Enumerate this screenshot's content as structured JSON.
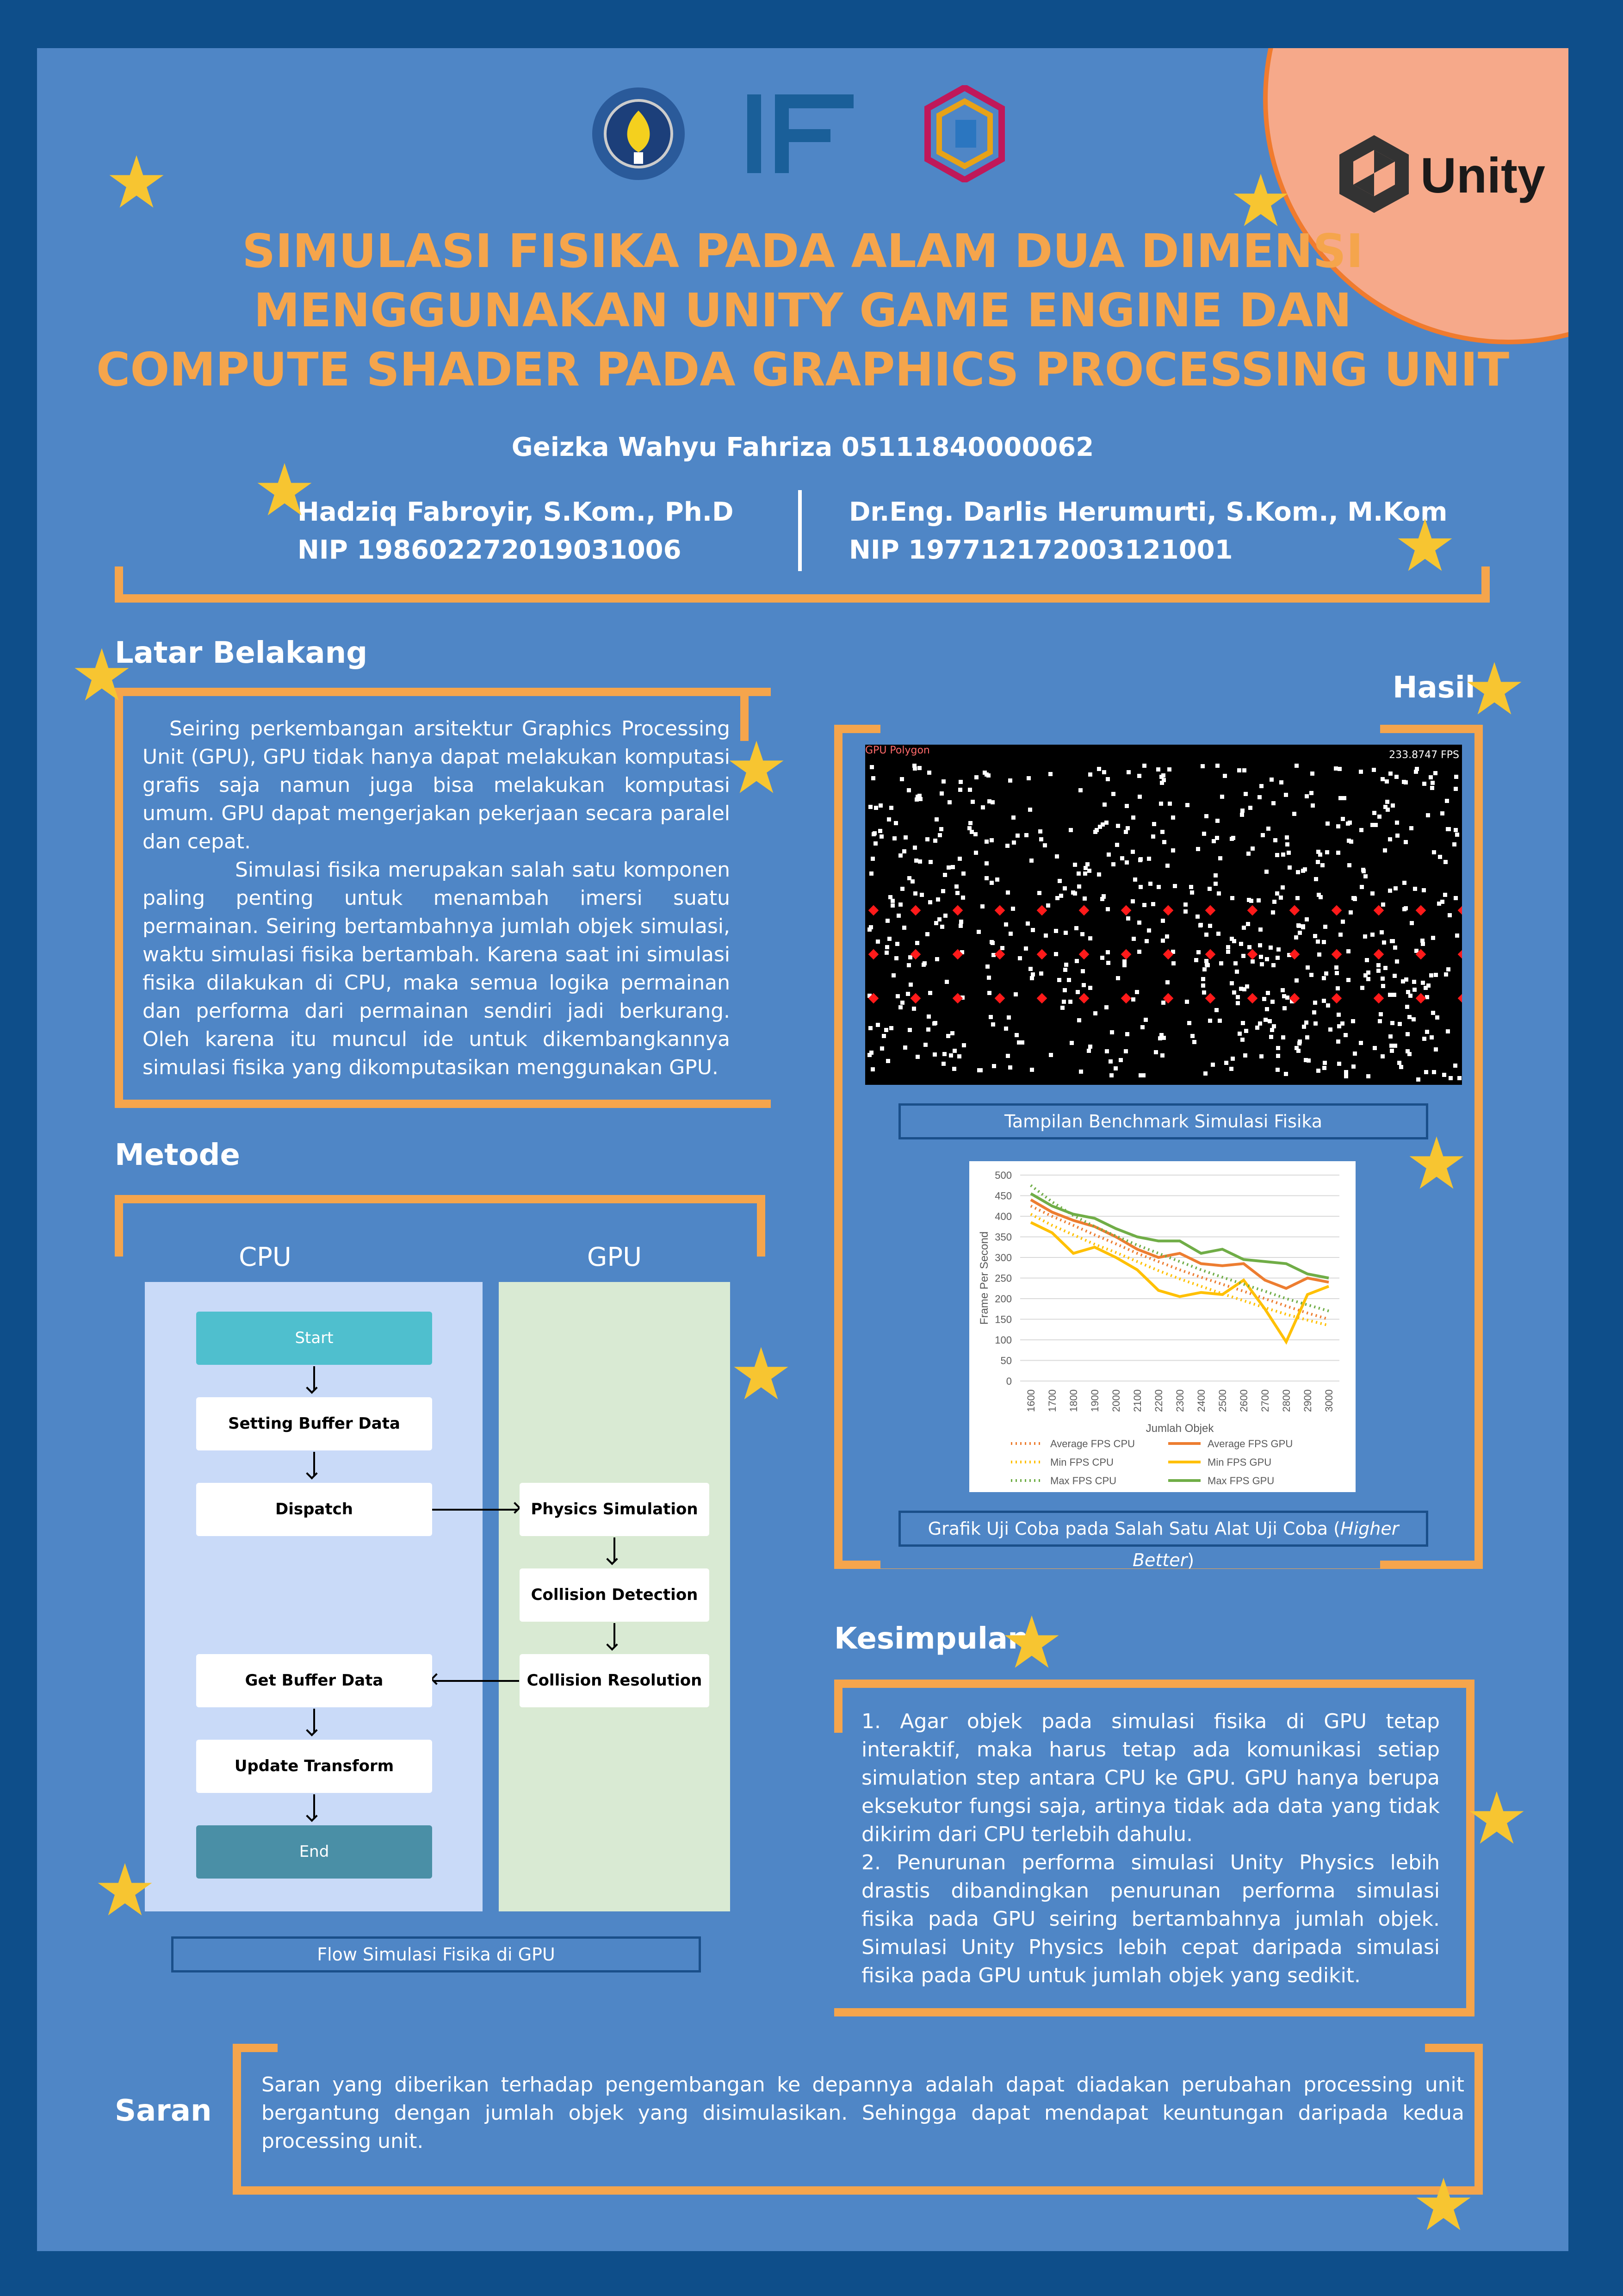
{
  "title_lines": [
    "SIMULASI FISIKA PADA ALAM DUA DIMENSI",
    "MENGGUNAKAN UNITY GAME ENGINE DAN",
    "COMPUTE SHADER  PADA GRAPHICS PROCESSING UNIT"
  ],
  "student": "Geizka Wahyu Fahriza  05111840000062",
  "supervisor1": {
    "name": "Hadziq Fabroyir, S.Kom., Ph.D",
    "nip": "NIP 198602272019031006"
  },
  "supervisor2": {
    "name": "Dr.Eng. Darlis Herumurti, S.Kom., M.Kom",
    "nip": "NIP 197712172003121001"
  },
  "unity_logo_text": "Unity",
  "latar": {
    "title": "Latar Belakang",
    "p1": "Seiring perkembangan arsitektur Graphics Processing Unit (GPU), GPU tidak hanya dapat melakukan komputasi grafis saja namun juga bisa melakukan komputasi umum. GPU dapat mengerjakan pekerjaan secara paralel dan cepat.",
    "p2": "Simulasi fisika merupakan salah satu komponen paling penting untuk menambah imersi suatu permainan. Seiring bertambahnya jumlah objek simulasi, waktu simulasi fisika bertambah. Karena saat ini simulasi fisika dilakukan di CPU, maka semua logika permainan dan performa dari permainan sendiri jadi berkurang. Oleh karena itu muncul ide untuk dikembangkannya simulasi fisika yang dikomputasikan menggunakan GPU."
  },
  "metode": {
    "title": "Metode",
    "cpu_label": "CPU",
    "gpu_label": "GPU",
    "cpu_steps": [
      "Start",
      "Setting Buffer Data",
      "Dispatch",
      "Get Buffer Data",
      "Update Transform",
      "End"
    ],
    "gpu_steps": [
      "Physics Simulation",
      "Collision Detection",
      "Collision Resolution"
    ],
    "caption": "Flow Simulasi Fisika di GPU"
  },
  "hasil": {
    "title": "Hasil",
    "screenshot_label": "GPU Polygon",
    "fps_readout": "233.8747 FPS",
    "caption1": "Tampilan Benchmark Simulasi Fisika",
    "caption2_prefix": "Grafik Uji Coba pada Salah Satu Alat Uji Coba (",
    "caption2_italic": "Higher Better",
    "caption2_suffix": ")"
  },
  "chart_data": {
    "type": "line",
    "xlabel": "Jumlah Objek",
    "ylabel": "Frame Per Second",
    "ylim": [
      0,
      500
    ],
    "yticks": [
      0,
      50,
      100,
      150,
      200,
      250,
      300,
      350,
      400,
      450,
      500
    ],
    "categories": [
      "1600",
      "1700",
      "1800",
      "1900",
      "2000",
      "2100",
      "2200",
      "2300",
      "2400",
      "2500",
      "2600",
      "2700",
      "2800",
      "2900",
      "3000"
    ],
    "grid": true,
    "legend_position": "bottom",
    "series": [
      {
        "name": "Average FPS CPU",
        "style": "dotted",
        "color": "#ed7d31",
        "values": [
          425,
          400,
          378,
          355,
          333,
          310,
          290,
          270,
          252,
          235,
          218,
          200,
          182,
          165,
          150
        ]
      },
      {
        "name": "Average FPS GPU",
        "style": "solid",
        "color": "#ed7d31",
        "values": [
          440,
          410,
          390,
          375,
          350,
          320,
          300,
          310,
          285,
          280,
          285,
          245,
          225,
          250,
          240
        ]
      },
      {
        "name": "Min FPS CPU",
        "style": "dotted",
        "color": "#ffc000",
        "values": [
          405,
          378,
          355,
          332,
          312,
          290,
          268,
          248,
          230,
          212,
          195,
          178,
          162,
          148,
          135
        ]
      },
      {
        "name": "Min FPS GPU",
        "style": "solid",
        "color": "#ffc000",
        "values": [
          385,
          360,
          310,
          325,
          300,
          270,
          220,
          205,
          215,
          210,
          245,
          175,
          95,
          210,
          230
        ]
      },
      {
        "name": "Max FPS CPU",
        "style": "dotted",
        "color": "#70ad47",
        "values": [
          475,
          435,
          402,
          375,
          352,
          330,
          310,
          290,
          270,
          252,
          235,
          218,
          200,
          185,
          170
        ]
      },
      {
        "name": "Max FPS GPU",
        "style": "solid",
        "color": "#70ad47",
        "values": [
          455,
          425,
          405,
          395,
          370,
          350,
          340,
          340,
          310,
          320,
          295,
          290,
          285,
          260,
          250
        ]
      }
    ]
  },
  "kesimpulan": {
    "title": "Kesimpulan",
    "p1": "1. Agar objek pada simulasi fisika di GPU tetap interaktif, maka harus tetap ada komunikasi setiap simulation step antara CPU ke GPU. GPU hanya berupa eksekutor fungsi saja, artinya tidak ada data yang tidak dikirim dari CPU terlebih dahulu.",
    "p2": "2. Penurunan performa simulasi Unity Physics lebih drastis dibandingkan penurunan performa simulasi fisika pada GPU seiring bertambahnya jumlah objek. Simulasi Unity Physics lebih cepat daripada simulasi fisika pada GPU untuk jumlah objek yang sedikit."
  },
  "saran": {
    "title": "Saran",
    "text": "Saran yang diberikan terhadap pengembangan ke depannya adalah dapat diadakan perubahan processing unit bergantung dengan jumlah objek yang disimulasikan. Sehingga dapat mendapat keuntungan daripada kedua processing unit."
  },
  "colors": {
    "background": "#4f86c6",
    "frame": "#0e4e8a",
    "accent": "#f5a54c",
    "corner": "#f6a98a"
  }
}
